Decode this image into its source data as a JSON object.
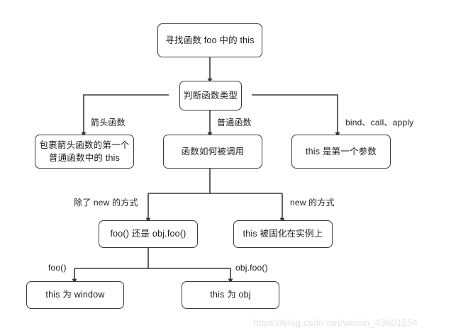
{
  "diagram": {
    "title_text": "寻找函数 foo 中的 this",
    "nodes": [
      {
        "id": "start",
        "label": "寻找函数 foo 中的 this"
      },
      {
        "id": "type",
        "label": "判断函数类型"
      },
      {
        "id": "arrow_res",
        "label": "包裹箭头函数的第一个\n普通函数中的 this"
      },
      {
        "id": "howcalled",
        "label": "函数如何被调用"
      },
      {
        "id": "firstarg",
        "label": "this 是第一个参数"
      },
      {
        "id": "foo_or_obj",
        "label": "foo() 还是 obj.foo()"
      },
      {
        "id": "fixed",
        "label": "this 被固化在实例上"
      },
      {
        "id": "window_res",
        "label": "this 为 window"
      },
      {
        "id": "obj_res",
        "label": "this 为 obj"
      }
    ],
    "edge_labels": [
      {
        "id": "arrow_fn",
        "text": "箭头函数"
      },
      {
        "id": "normal_fn",
        "text": "普通函数"
      },
      {
        "id": "bca",
        "text": "bind、call、apply"
      },
      {
        "id": "except_new",
        "text": "除了 new 的方式"
      },
      {
        "id": "new_way",
        "text": "new 的方式"
      },
      {
        "id": "foo_call",
        "text": "foo()"
      },
      {
        "id": "obj_call",
        "text": "obj.foo()"
      }
    ],
    "watermark": "https://blog.csdn.net/weixin_43601554",
    "colors": {
      "background": "#ffffff",
      "node_border": "#3a3a3a",
      "node_fill": "#ffffff",
      "text": "#1c1c1c",
      "connector": "#3a3a3a",
      "watermark": "#e2e2e2"
    }
  }
}
